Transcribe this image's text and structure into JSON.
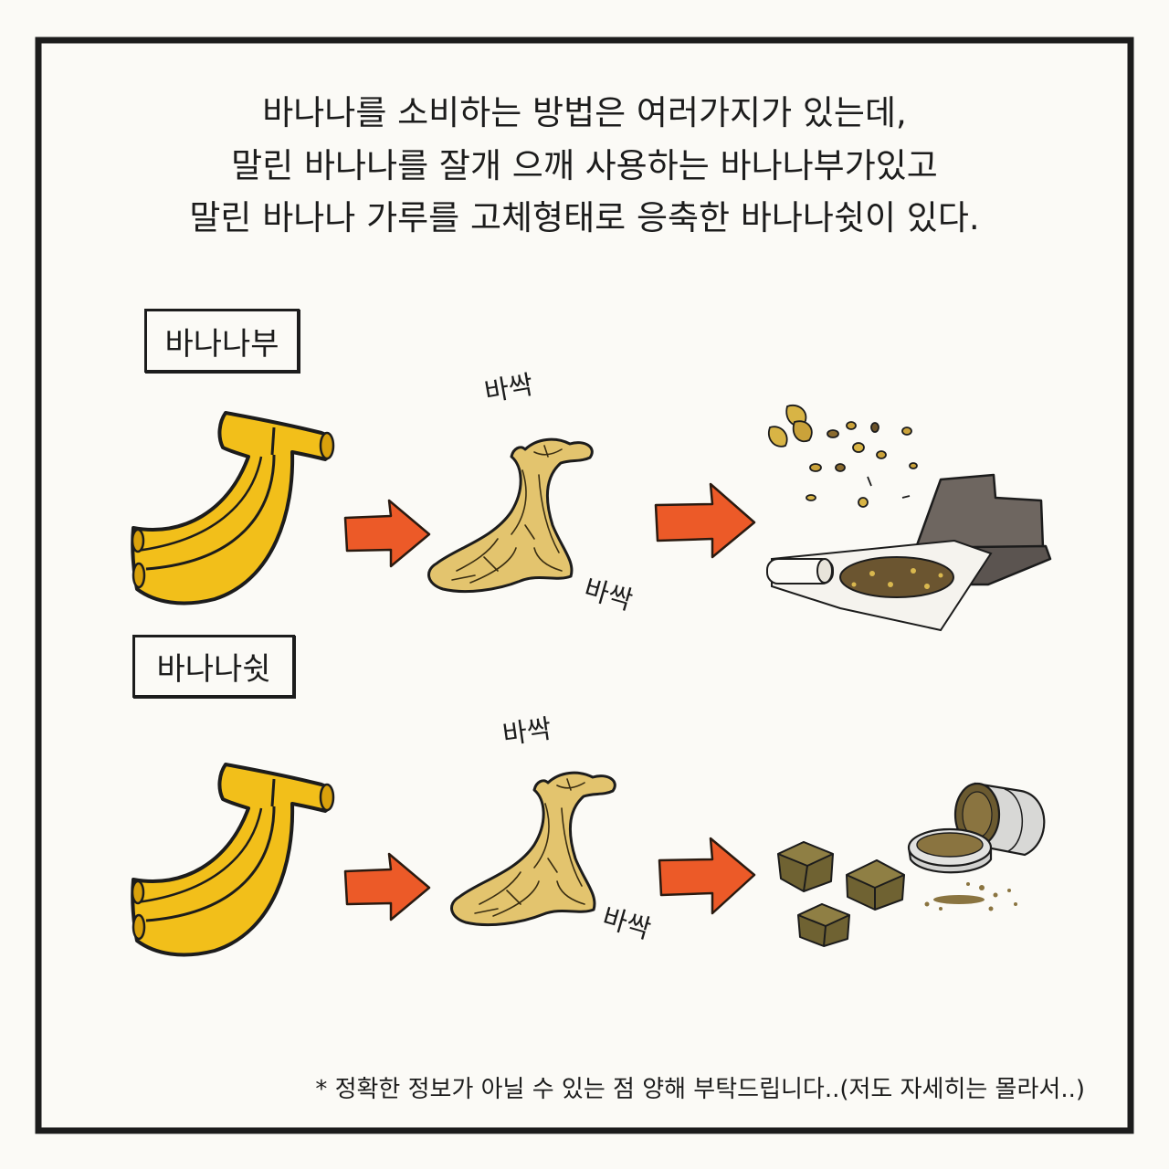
{
  "intro": {
    "lines": [
      "바나나를 소비하는 방법은 여러가지가 있는데,",
      "말린 바나나를 잘개 으깨 사용하는 바나나부가있고",
      "말린 바나나 가루를 고체형태로 응축한 바나나쉿이 있다."
    ]
  },
  "sections": [
    {
      "label": "바나나부",
      "sfx": [
        "바싹",
        "바싹"
      ]
    },
    {
      "label": "바나나쉿",
      "sfx": [
        "바싹",
        "바싹"
      ]
    }
  ],
  "footnote": "* 정확한 정보가 아닐 수 있는 점 양해 부탁드립니다..(저도 자세히는 몰라서..)",
  "colors": {
    "banana": "#f2bf1a",
    "dried_banana": "#e3c46e",
    "arrow": "#ec5a28",
    "ink": "#1c1c1c"
  }
}
